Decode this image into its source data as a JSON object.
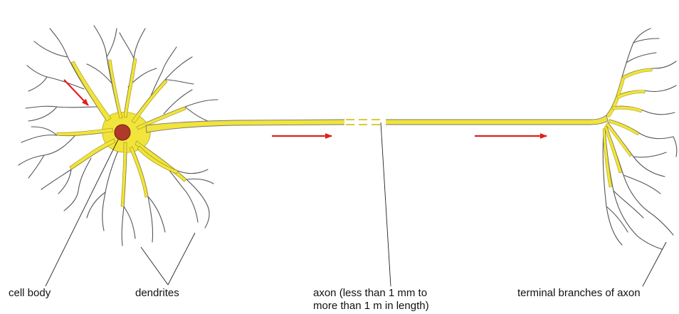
{
  "diagram": {
    "labels": {
      "cell_body": "cell body",
      "dendrites": "dendrites",
      "axon_line1": "axon (less than 1 mm to",
      "axon_line2": "more than 1 m in length)",
      "terminal_branches": "terminal branches of axon"
    },
    "colors": {
      "membrane_fill": "#f1e43a",
      "outline": "#555555",
      "nucleus": "#b0392a",
      "nucleus_edge": "#6a1f16",
      "arrow": "#e0201b",
      "leader": "#222222"
    },
    "signal_arrows": 3
  }
}
